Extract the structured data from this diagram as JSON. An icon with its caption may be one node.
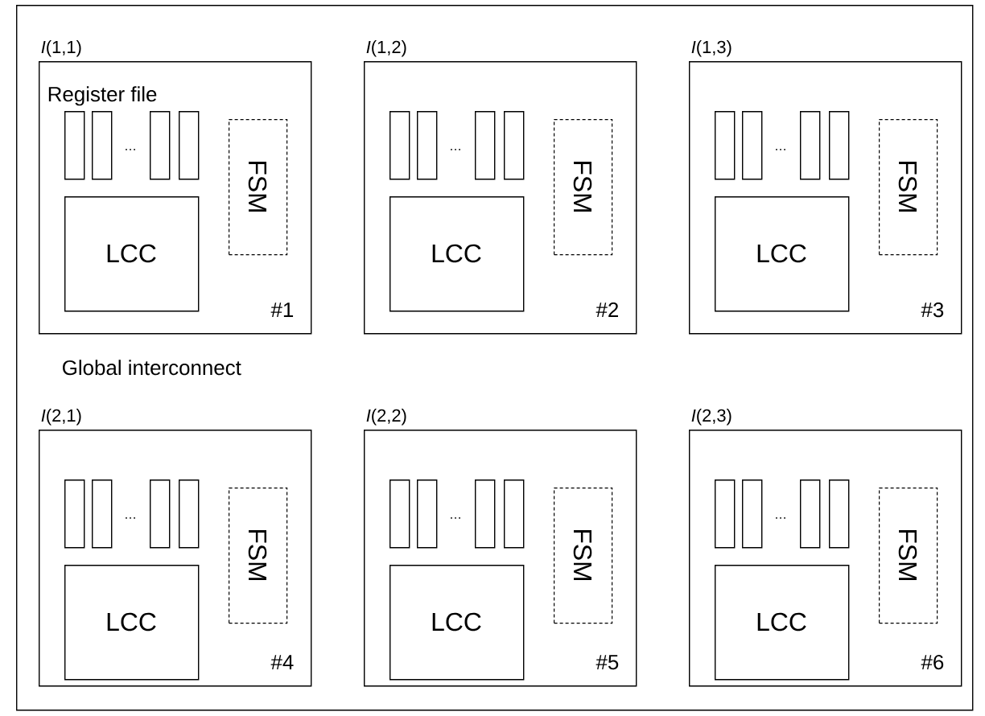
{
  "diagram": {
    "nodes": [
      {
        "text": [
          "Global interconnect"
        ]
      },
      {
        "text": [
          "*I*(1,1)",
          "#1"
        ],
        "in": 0
      },
      {
        "text": [],
        "shape": "bar",
        "in": 1
      },
      {
        "text": [],
        "shape": "bar",
        "in": 1
      },
      {
        "text": [],
        "shape": "bar",
        "in": 1
      },
      {
        "text": [],
        "shape": "bar",
        "in": 1
      },
      {
        "text": [
          "LCC"
        ],
        "in": 1
      },
      {
        "text": [
          "FSM"
        ],
        "in": 1
      },
      {
        "text": [
          "*I*(1,2)",
          "#2"
        ],
        "in": 0
      },
      {
        "text": [],
        "shape": "bar",
        "in": 8
      },
      {
        "text": [],
        "shape": "bar",
        "in": 8
      },
      {
        "text": [],
        "shape": "bar",
        "in": 8
      },
      {
        "text": [],
        "shape": "bar",
        "in": 8
      },
      {
        "text": [
          "LCC"
        ],
        "in": 8
      },
      {
        "text": [
          "FSM"
        ],
        "in": 8
      },
      {
        "text": [
          "*I*(1,3)",
          "#3"
        ],
        "in": 0
      },
      {
        "text": [],
        "shape": "bar",
        "in": 15
      },
      {
        "text": [],
        "shape": "bar",
        "in": 15
      },
      {
        "text": [],
        "shape": "bar",
        "in": 15
      },
      {
        "text": [],
        "shape": "bar",
        "in": 15
      },
      {
        "text": [
          "LCC"
        ],
        "in": 15
      },
      {
        "text": [
          "FSM"
        ],
        "in": 15
      },
      {
        "text": [
          "*I*(2,1)",
          "#4"
        ],
        "in": 0
      },
      {
        "text": [],
        "shape": "bar",
        "in": 22
      },
      {
        "text": [],
        "shape": "bar",
        "in": 22
      },
      {
        "text": [],
        "shape": "bar",
        "in": 22
      },
      {
        "text": [],
        "shape": "bar",
        "in": 22
      },
      {
        "text": [
          "LCC"
        ],
        "in": 22
      },
      {
        "text": [
          "FSM"
        ],
        "in": 22
      },
      {
        "text": [
          "*I*(2,2)",
          "#5"
        ],
        "in": 0
      },
      {
        "text": [],
        "shape": "bar",
        "in": 29
      },
      {
        "text": [],
        "shape": "bar",
        "in": 29
      },
      {
        "text": [],
        "shape": "bar",
        "in": 29
      },
      {
        "text": [],
        "shape": "bar",
        "in": 29
      },
      {
        "text": [
          "LCC"
        ],
        "in": 29
      },
      {
        "text": [
          "FSM"
        ],
        "in": 29
      },
      {
        "text": [
          "*I*(2,3)",
          "#6"
        ],
        "in": 0
      },
      {
        "text": [],
        "shape": "bar",
        "in": 36
      },
      {
        "text": [],
        "shape": "bar",
        "in": 36
      },
      {
        "text": [],
        "shape": "bar",
        "in": 36
      },
      {
        "text": [],
        "shape": "bar",
        "in": 36
      },
      {
        "text": [
          "LCC"
        ],
        "in": 36
      },
      {
        "text": [
          "FSM"
        ],
        "in": 36
      }
    ],
    "labels": [
      "Register file",
      "…",
      "…",
      "…",
      "…",
      "…",
      "…"
    ]
  }
}
